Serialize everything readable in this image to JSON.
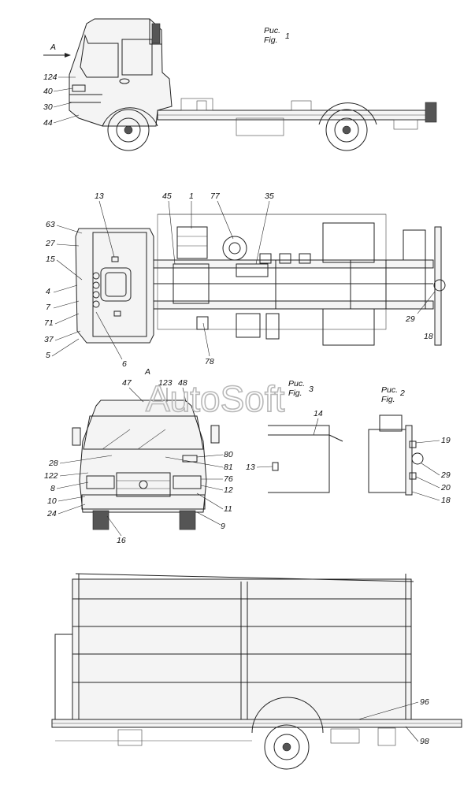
{
  "watermark": "AutoSoft",
  "view_marker": "A",
  "figures": {
    "fig1": {
      "ru": "Рис.",
      "en": "Fig.",
      "num": "1"
    },
    "fig2": {
      "ru": "Рис.",
      "en": "Fig.",
      "num": "2"
    },
    "fig3": {
      "ru": "Рис.",
      "en": "Fig.",
      "num": "3"
    }
  },
  "callouts": {
    "side": [
      "124",
      "40",
      "30",
      "44"
    ],
    "top": [
      "13",
      "45",
      "1",
      "77",
      "35",
      "63",
      "27",
      "15",
      "4",
      "7",
      "71",
      "37",
      "5",
      "6",
      "78",
      "29",
      "18"
    ],
    "front": [
      "47",
      "123",
      "48",
      "28",
      "122",
      "8",
      "10",
      "24",
      "16",
      "80",
      "81",
      "76",
      "12",
      "11",
      "9"
    ],
    "fig3": [
      "14",
      "13"
    ],
    "fig2": [
      "19",
      "29",
      "20",
      "18"
    ],
    "body": [
      "96",
      "98"
    ]
  }
}
